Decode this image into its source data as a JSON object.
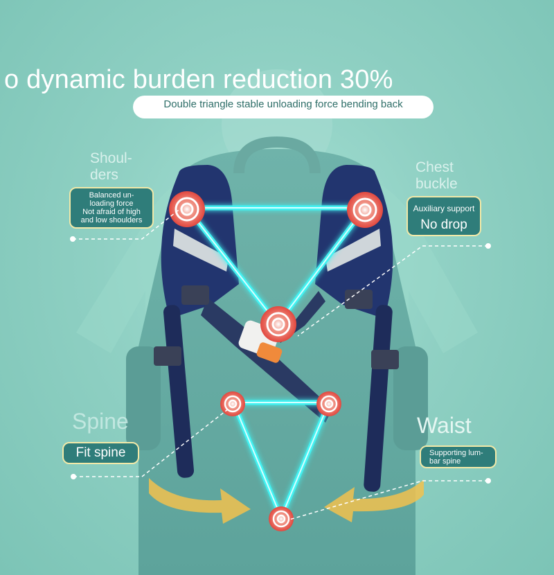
{
  "headline": "o dynamic burden reduction 30%",
  "subtitle": "Double triangle stable unloading force bending back",
  "callouts": {
    "shoulders": {
      "title": "Shoul-\nders",
      "lines": [
        "Balanced un-",
        "loading force",
        "Not afraid of high",
        "and low shoulders"
      ]
    },
    "chest_buckle": {
      "title": "Chest\nbuckle",
      "small": "Auxiliary support",
      "big": "No drop"
    },
    "spine": {
      "title": "Spine",
      "badge": "Fit spine"
    },
    "waist": {
      "title": "Waist",
      "lines": [
        "Supporting lum-",
        "bar spine"
      ]
    }
  },
  "colors": {
    "background": "#8fd3c6",
    "backpack_navy": "#1f2f6e",
    "glow_line": "#3ff0f0",
    "target_red": "#e85a50",
    "badge_fill": "#2f7d7a",
    "badge_border": "#f2e9a8",
    "arrow_yellow": "#f2c14e"
  },
  "icons": [
    "target-icon",
    "curved-arrow-icon",
    "buckle-icon"
  ]
}
